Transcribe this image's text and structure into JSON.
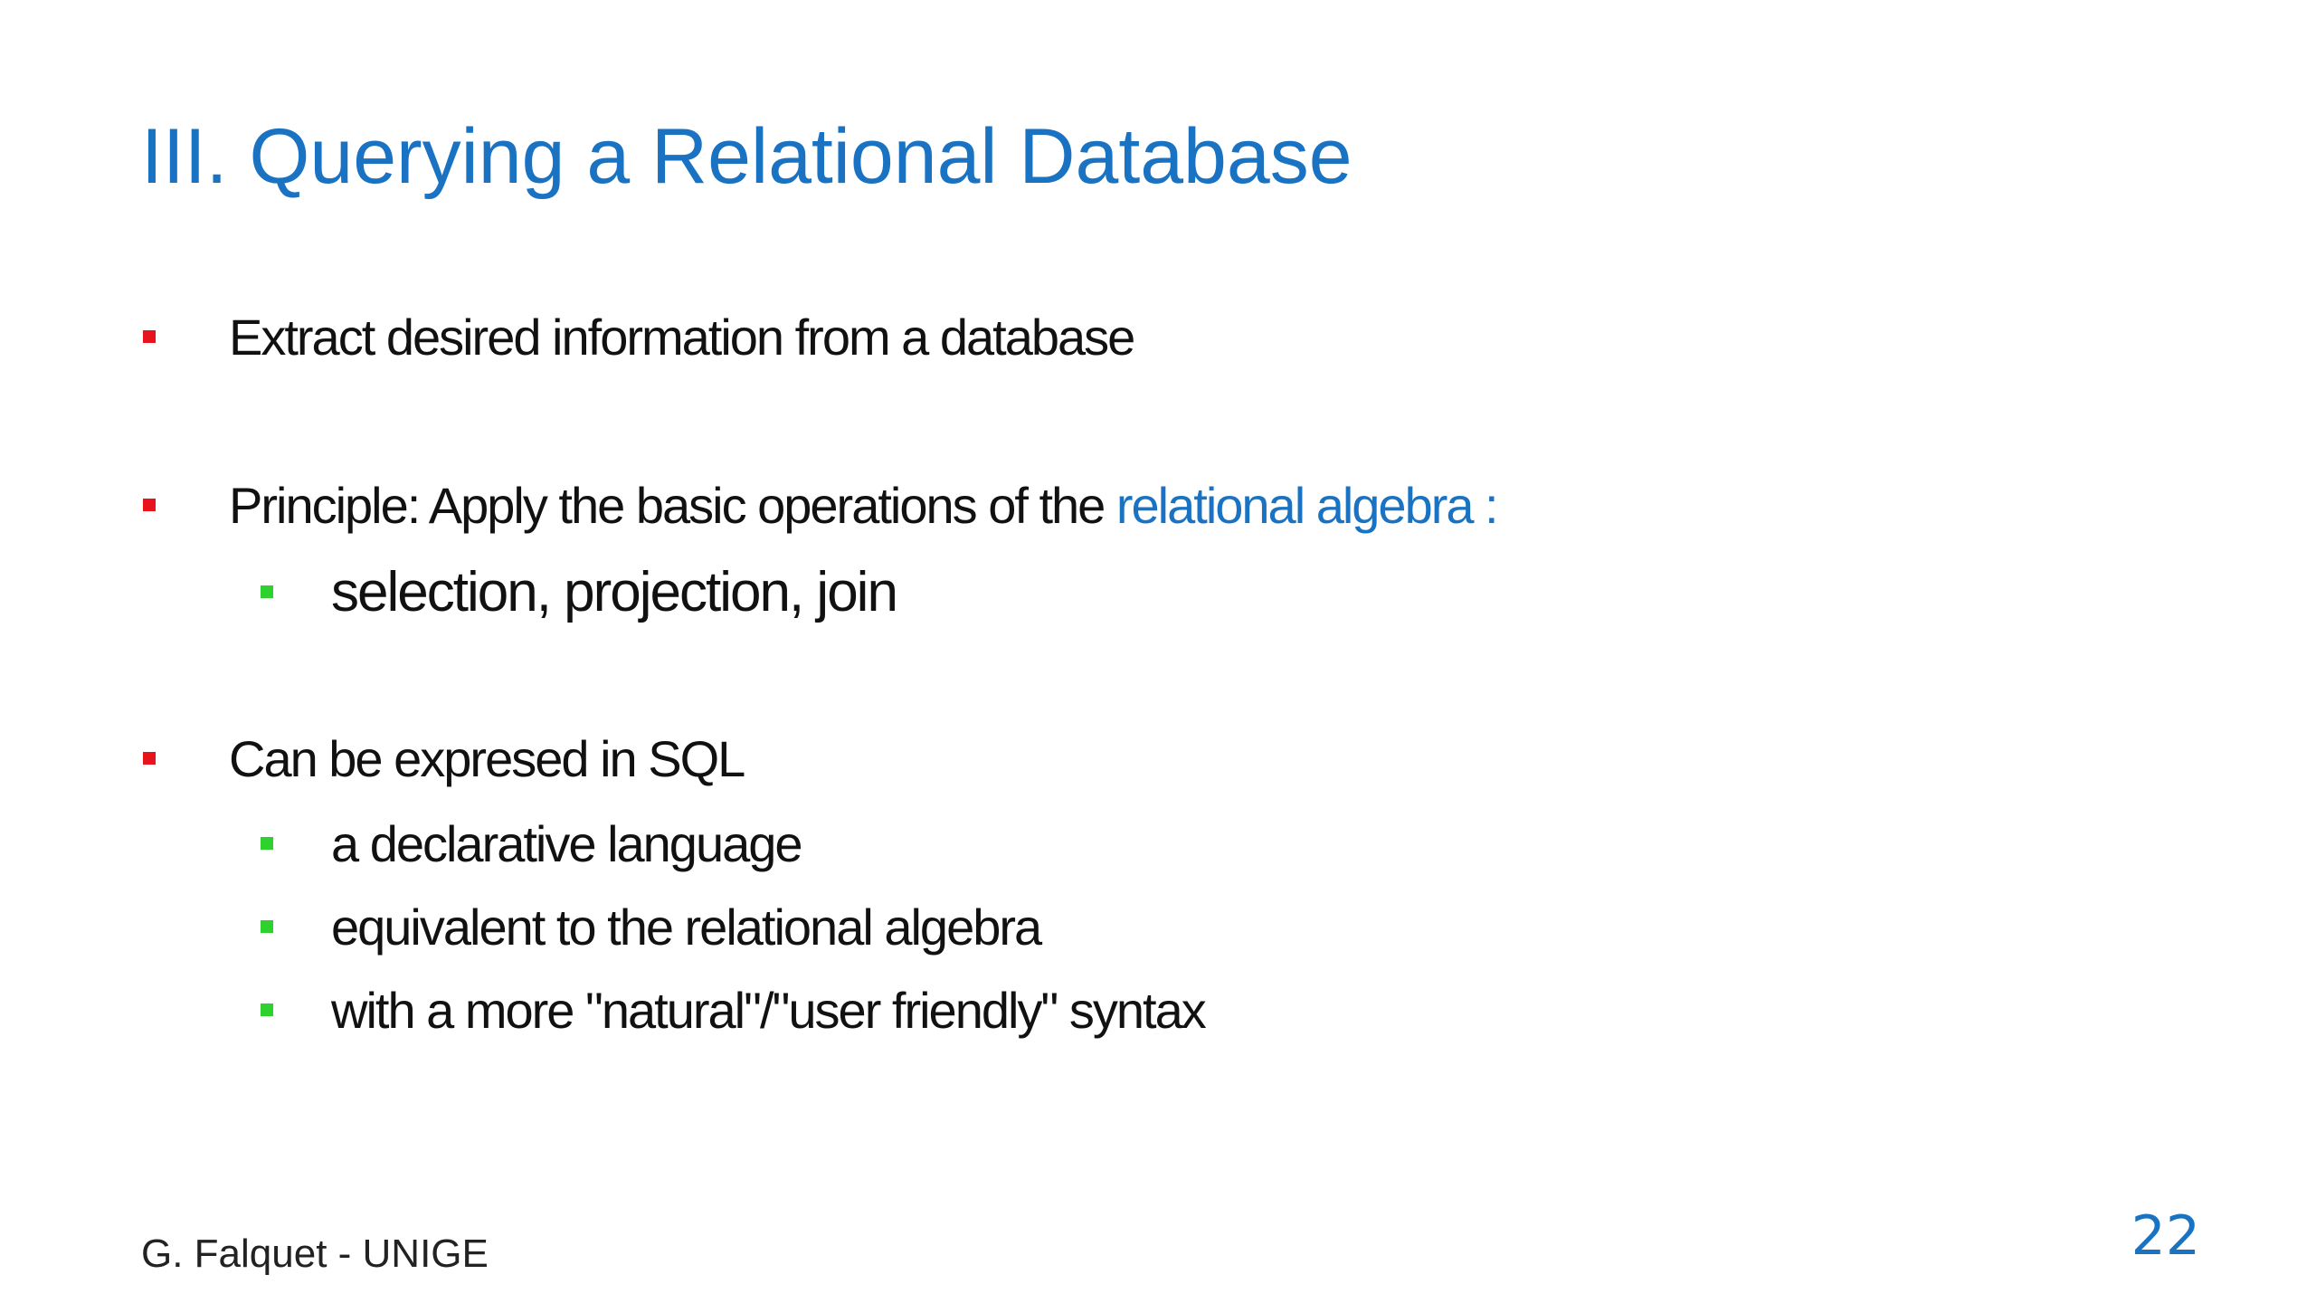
{
  "slide": {
    "title": "III. Querying a Relational Database",
    "bullets": [
      {
        "text": "Extract desired information from a database"
      },
      {
        "text": "Principle: Apply the basic operations of the ",
        "highlight": "relational algebra :",
        "sub": [
          "selection, projection, join"
        ]
      },
      {
        "text": "Can be expresed in SQL",
        "sub": [
          "a declarative language",
          "equivalent to the relational algebra",
          "with a more \"natural\"/\"user friendly\" syntax"
        ]
      }
    ],
    "footer": "G. Falquet - UNIGE",
    "page_number": "22"
  },
  "colors": {
    "title": "#1a73c2",
    "accent": "#1a73c2",
    "bullet_level1": "#e8141d",
    "bullet_level2": "#2ed12e",
    "text": "#111111"
  }
}
